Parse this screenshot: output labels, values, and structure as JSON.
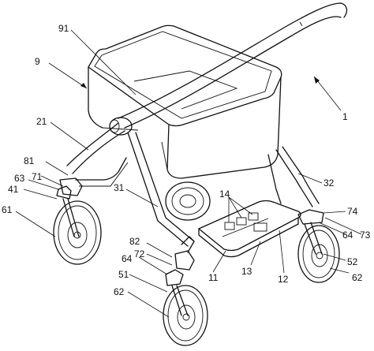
{
  "labels": {
    "l91": "91",
    "l9": "9",
    "l1": "1",
    "l21": "21",
    "l81": "81",
    "l71": "71",
    "l63a": "63",
    "l41": "41",
    "l61": "61",
    "l31": "31",
    "l14": "14",
    "l32": "32",
    "l74": "74",
    "l64r": "64",
    "l73": "73",
    "l82": "82",
    "l72": "72",
    "l64": "64",
    "l51": "51",
    "l62": "62",
    "l11": "11",
    "l13": "13",
    "l12": "12",
    "l52": "52",
    "l62r": "62"
  }
}
